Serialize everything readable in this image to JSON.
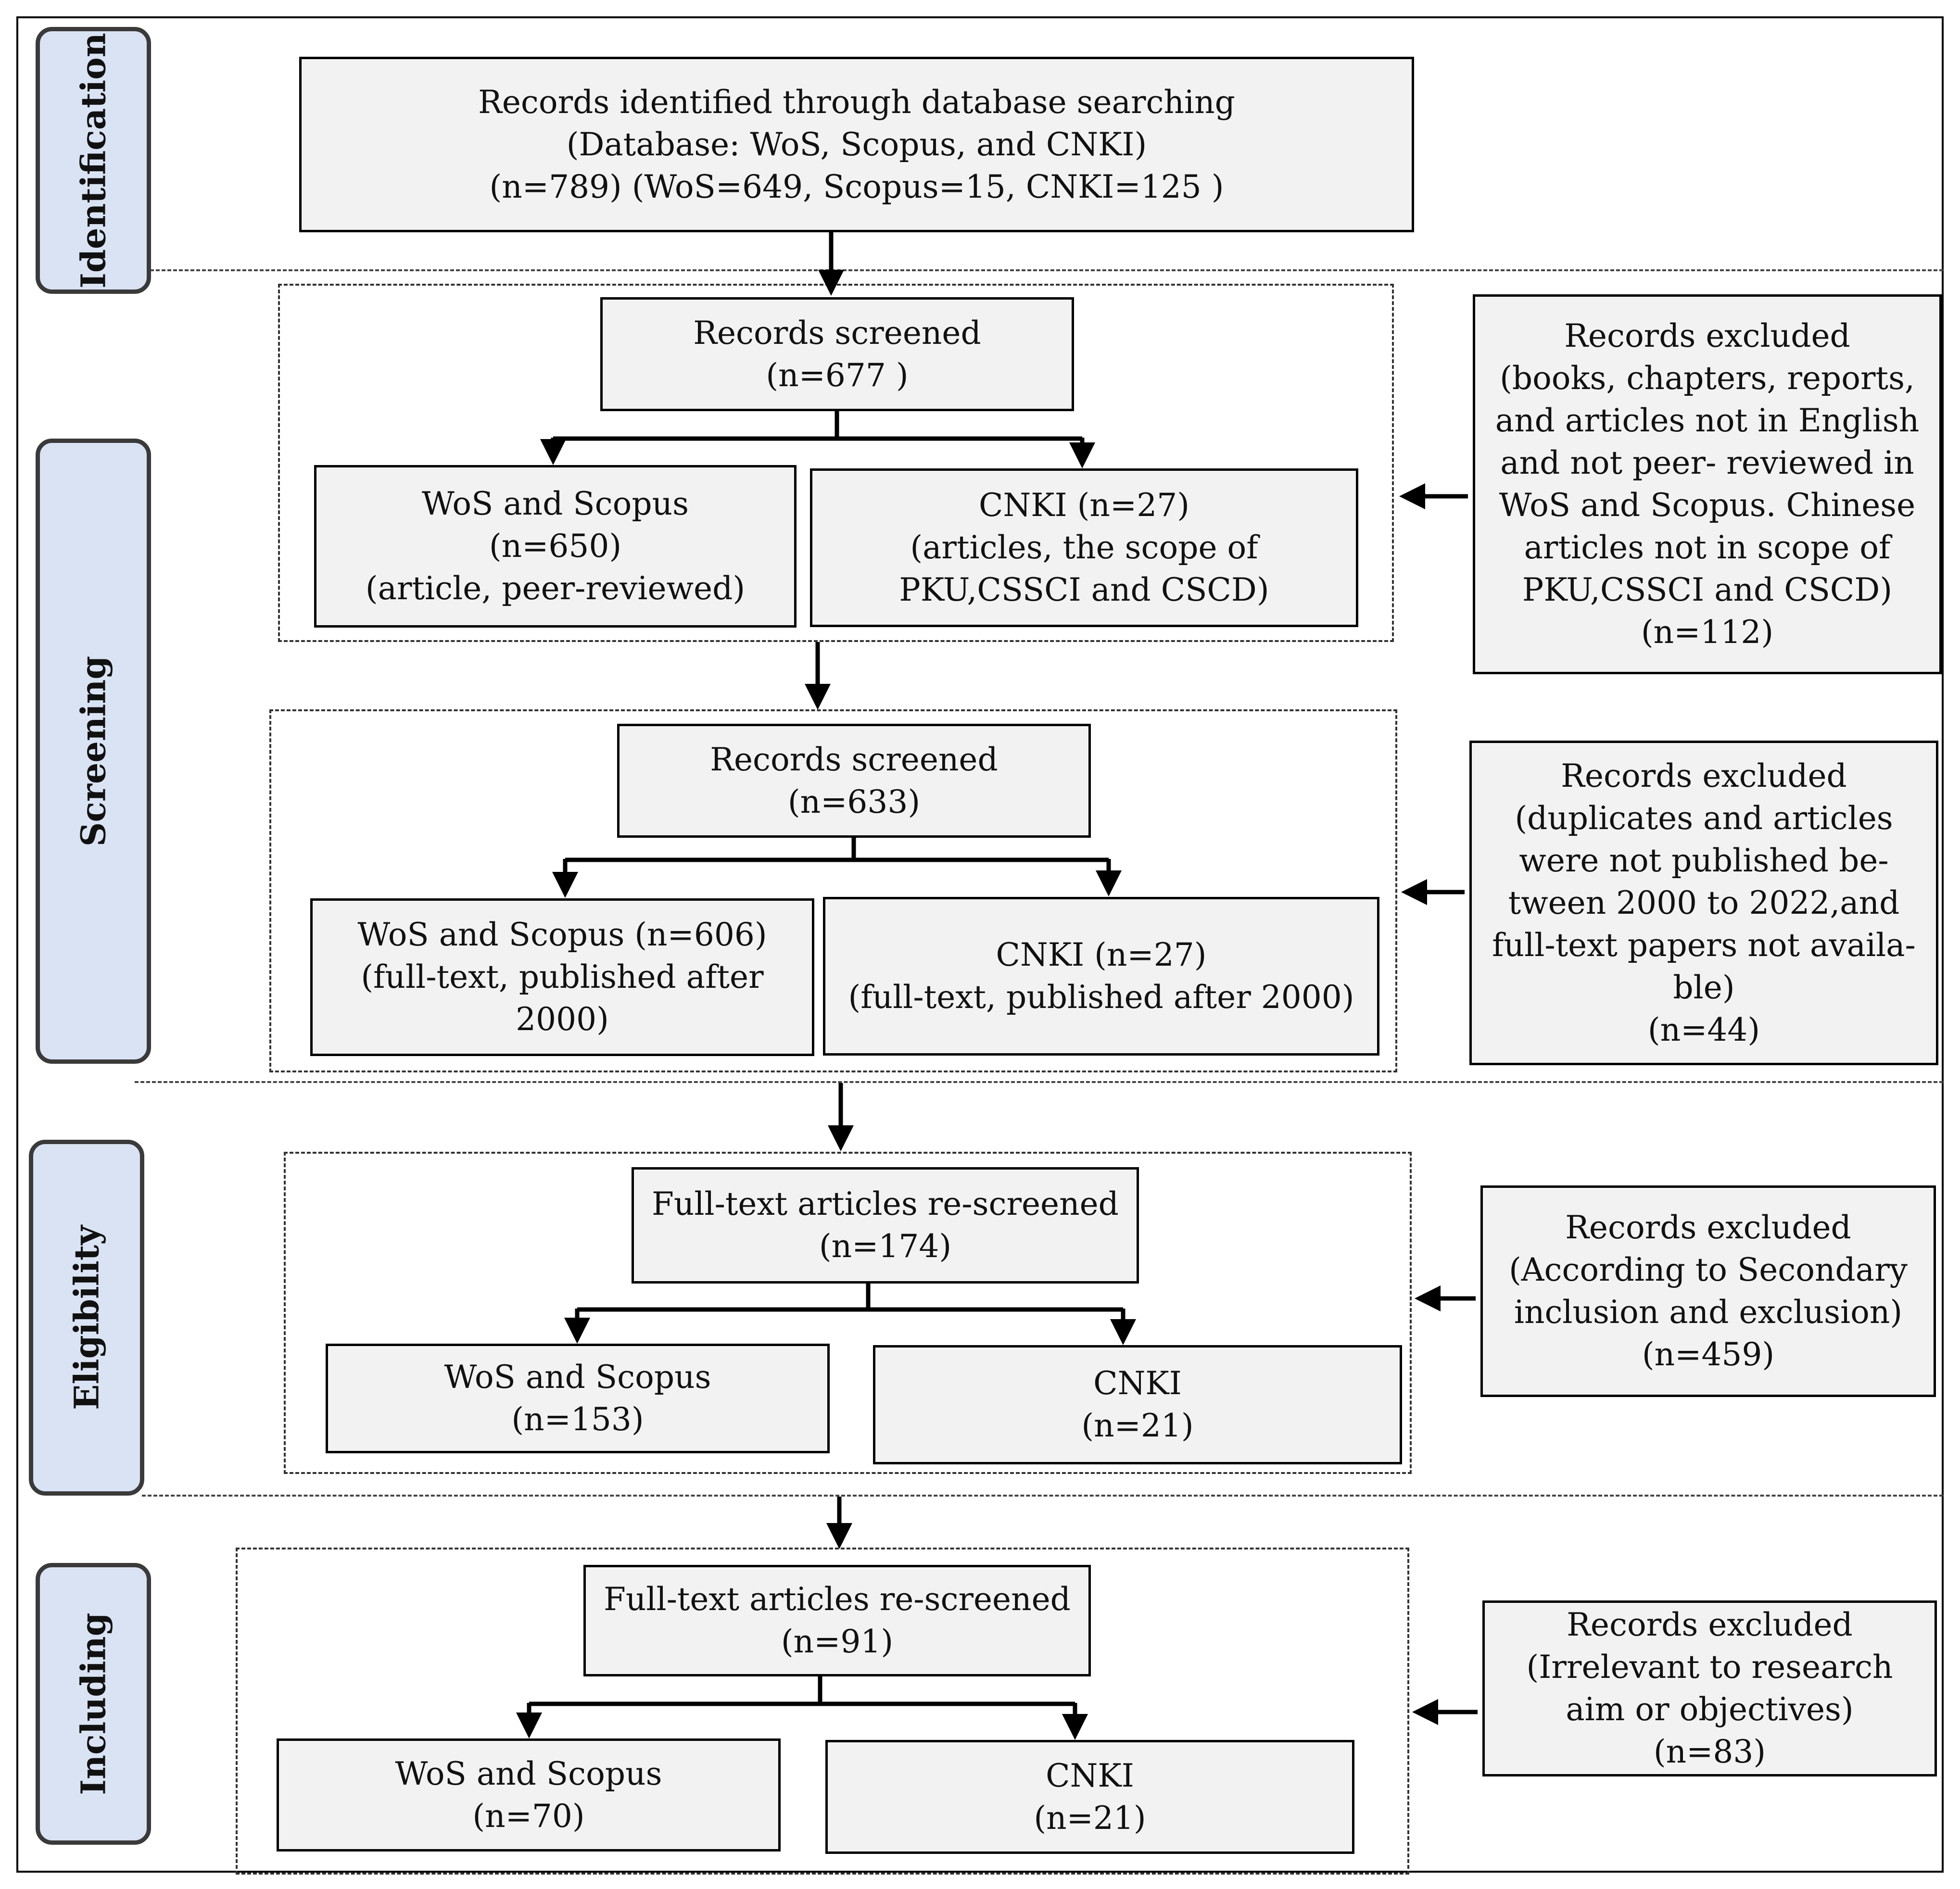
{
  "stages": {
    "identification": "Identification",
    "screening": "Screening",
    "eligibility": "Eligibility",
    "including": "Including"
  },
  "identification": {
    "lines": [
      "Records identified through database searching",
      "(Database: WoS, Scopus, and CNKI)",
      "(n=789) (WoS=649, Scopus=15, CNKI=125 )"
    ]
  },
  "screening_1": {
    "screened": [
      "Records screened",
      "(n=677 )"
    ],
    "wos": [
      "WoS and Scopus",
      "(n=650)",
      "(article, peer-reviewed)"
    ],
    "cnki": [
      "CNKI (n=27)",
      "(articles, the scope of",
      "PKU,CSSCI and CSCD)"
    ],
    "excluded": [
      "Records excluded",
      "(books, chapters, reports,",
      "and articles not in English",
      "and not peer- reviewed in",
      "WoS and Scopus. Chinese",
      "articles not in scope of",
      "PKU,CSSCI and CSCD)",
      "(n=112)"
    ]
  },
  "screening_2": {
    "screened": [
      "Records screened",
      "(n=633)"
    ],
    "wos": [
      "WoS and Scopus (n=606)",
      "(full-text, published after",
      "2000)"
    ],
    "cnki": [
      "CNKI (n=27)",
      "(full-text, published after 2000)"
    ],
    "excluded": [
      "Records excluded",
      "(duplicates and articles",
      "were not published be-",
      "tween 2000 to 2022,and",
      "full-text papers not availa-",
      "ble)",
      "(n=44)"
    ]
  },
  "eligibility": {
    "rescreened": [
      "Full-text articles re-screened",
      "(n=174)"
    ],
    "wos": [
      "WoS and Scopus",
      "(n=153)"
    ],
    "cnki": [
      "CNKI",
      "(n=21)"
    ],
    "excluded": [
      "Records excluded",
      "(According to Secondary",
      "inclusion and exclusion)",
      "(n=459)"
    ]
  },
  "including": {
    "rescreened": [
      "Full-text articles re-screened",
      "(n=91)"
    ],
    "wos": [
      "WoS and Scopus",
      "(n=70)"
    ],
    "cnki": [
      "CNKI",
      "(n=21)"
    ],
    "excluded": [
      "Records excluded",
      "(Irrelevant to research",
      "aim or objectives)",
      "(n=83)"
    ]
  }
}
